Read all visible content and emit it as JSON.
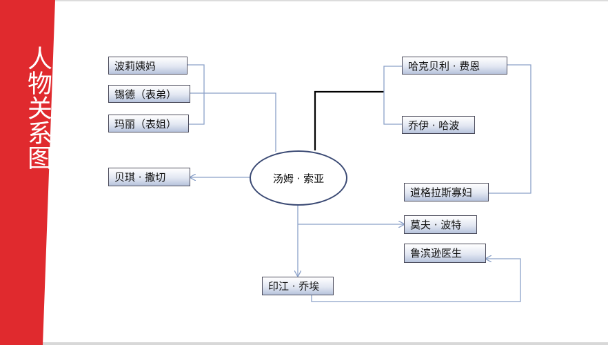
{
  "title": "人物关系图",
  "center": "汤姆 · 索亚",
  "nodes": {
    "polly": "波莉姨妈",
    "sid": "锡德（表弟）",
    "mary": "玛丽（表姐）",
    "becky": "贝琪 · 撒切",
    "huck": "哈克贝利 · 费恩",
    "joe_harper": "乔伊 · 哈波",
    "douglas": "道格拉斯寡妇",
    "muff": "莫夫 · 波特",
    "robinson": "鲁滨逊医生",
    "injun_joe": "印江 · 乔埃"
  },
  "colors": {
    "sidebar_red": "#e02a2e",
    "connector_blue": "#8aa0c8",
    "connector_black": "#000000"
  }
}
